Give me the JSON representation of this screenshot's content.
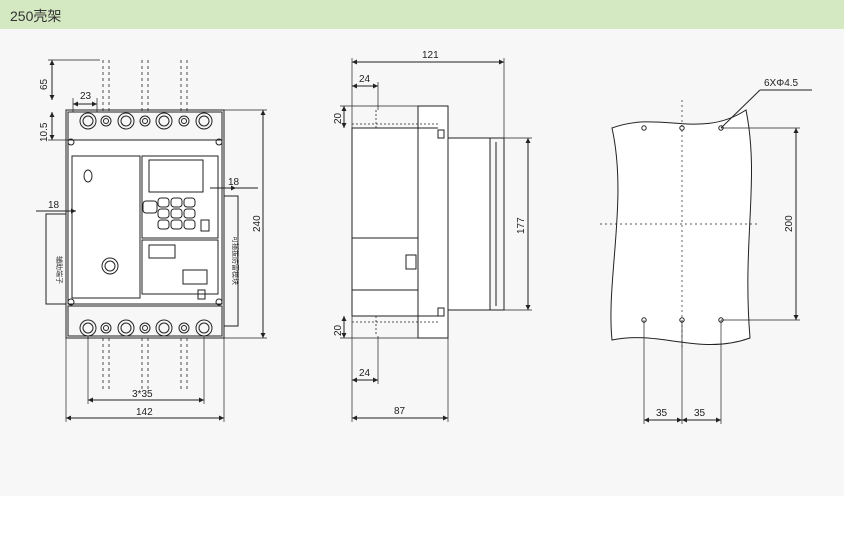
{
  "header": {
    "title": "250壳架"
  },
  "front": {
    "dim_65": "65",
    "dim_23": "23",
    "dim_10_5": "10.5",
    "dim_18_left": "18",
    "dim_18_right": "18",
    "dim_240": "240",
    "dim_3x35": "3*35",
    "dim_142": "142",
    "label_aux": "辅助端子",
    "label_module": "可插拔防雷模块"
  },
  "side": {
    "dim_121": "121",
    "dim_24_top": "24",
    "dim_20_top": "20",
    "dim_177": "177",
    "dim_20_bottom": "20",
    "dim_24_bottom": "24",
    "dim_87": "87"
  },
  "mount": {
    "holes": "6XΦ4.5",
    "dim_200": "200",
    "dim_35_left": "35",
    "dim_35_right": "35"
  }
}
